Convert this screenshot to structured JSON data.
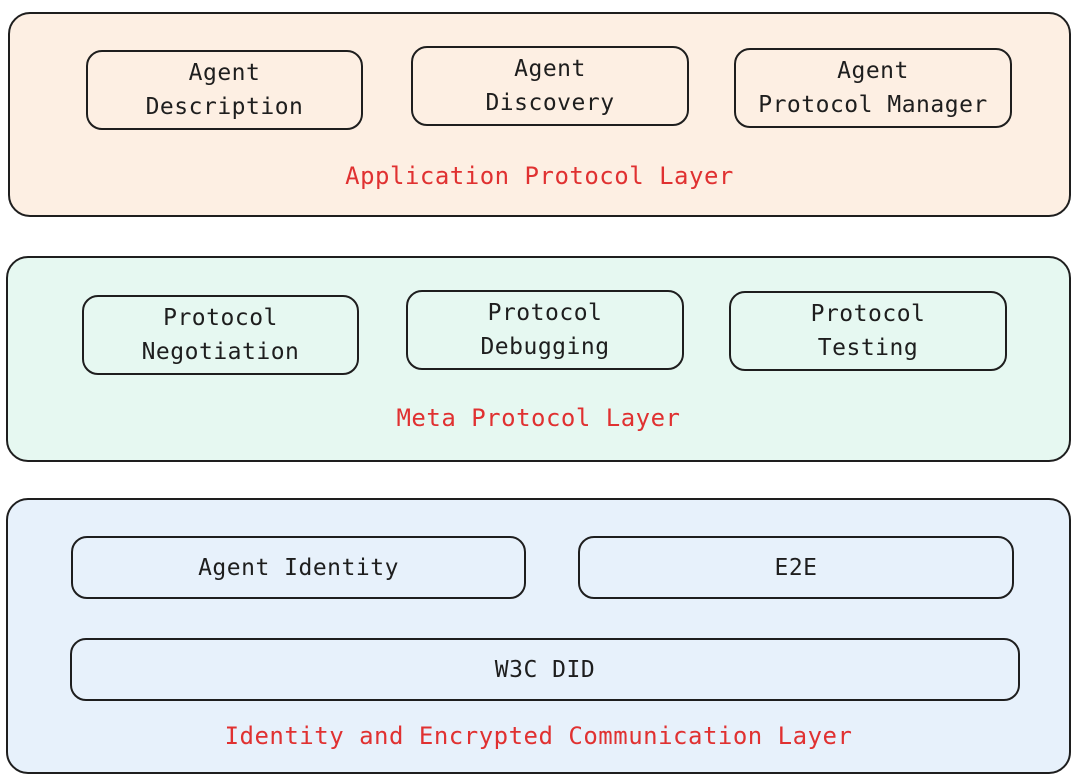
{
  "colors": {
    "application_fill": "#fdefe3",
    "meta_fill": "#e6f8f1",
    "identity_fill": "#e7f1fb",
    "label_color": "#e03131",
    "stroke": "#1e1e1e"
  },
  "application_layer": {
    "label": "Application Protocol Layer",
    "boxes": [
      {
        "line1": "Agent",
        "line2": "Description"
      },
      {
        "line1": "Agent",
        "line2": "Discovery"
      },
      {
        "line1": "Agent",
        "line2": "Protocol Manager"
      }
    ]
  },
  "meta_layer": {
    "label": "Meta Protocol Layer",
    "boxes": [
      {
        "line1": "Protocol",
        "line2": "Negotiation"
      },
      {
        "line1": "Protocol",
        "line2": "Debugging"
      },
      {
        "line1": "Protocol",
        "line2": "Testing"
      }
    ]
  },
  "identity_layer": {
    "label": "Identity and Encrypted Communication Layer",
    "agent_identity": "Agent Identity",
    "e2e": "E2E",
    "w3c_did": "W3C DID"
  }
}
